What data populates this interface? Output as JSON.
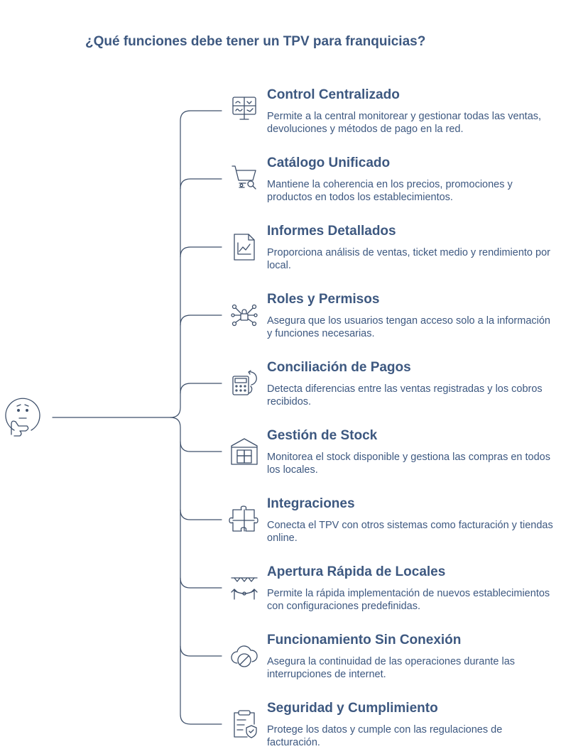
{
  "title": "¿Qué funciones debe tener un TPV para franquicias?",
  "colors": {
    "text": "#3d5880",
    "line": "#3d4f6a",
    "icon": "#3d4f6a"
  },
  "center_icon": "thinking-face-icon",
  "items": [
    {
      "title": "Control Centralizado",
      "description": "Permite a la central monitorear y gestionar todas las ventas, devoluciones y métodos de pago en la red.",
      "icon": "monitor-dashboard-icon"
    },
    {
      "title": "Catálogo Unificado",
      "description": "Mantiene la coherencia en los precios, promociones y productos en todos los establecimientos.",
      "icon": "cart-search-icon"
    },
    {
      "title": "Informes Detallados",
      "description": "Proporciona análisis de ventas, ticket medio y rendimiento por local.",
      "icon": "report-chart-icon"
    },
    {
      "title": "Roles y Permisos",
      "description": "Asegura que los usuarios tengan acceso solo a la información y funciones necesarias.",
      "icon": "lock-network-icon"
    },
    {
      "title": "Conciliación de Pagos",
      "description": "Detecta diferencias entre las ventas registradas y los cobros recibidos.",
      "icon": "calculator-refresh-icon"
    },
    {
      "title": "Gestión de Stock",
      "description": "Monitorea el stock disponible y gestiona las compras en todos los locales.",
      "icon": "warehouse-boxes-icon"
    },
    {
      "title": "Integraciones",
      "description": "Conecta el TPV con otros sistemas como facturación y tiendas online.",
      "icon": "puzzle-icon"
    },
    {
      "title": "Apertura Rápida de Locales",
      "description": "Permite la rápida implementación de nuevos establecimientos con configuraciones predefinidas.",
      "icon": "ribbon-opening-icon"
    },
    {
      "title": "Funcionamiento Sin Conexión",
      "description": "Asegura la continuidad de las operaciones durante las interrupciones de internet.",
      "icon": "cloud-offline-icon"
    },
    {
      "title": "Seguridad y Cumplimiento",
      "description": "Protege los datos y cumple con las regulaciones de facturación.",
      "icon": "clipboard-shield-icon"
    }
  ]
}
